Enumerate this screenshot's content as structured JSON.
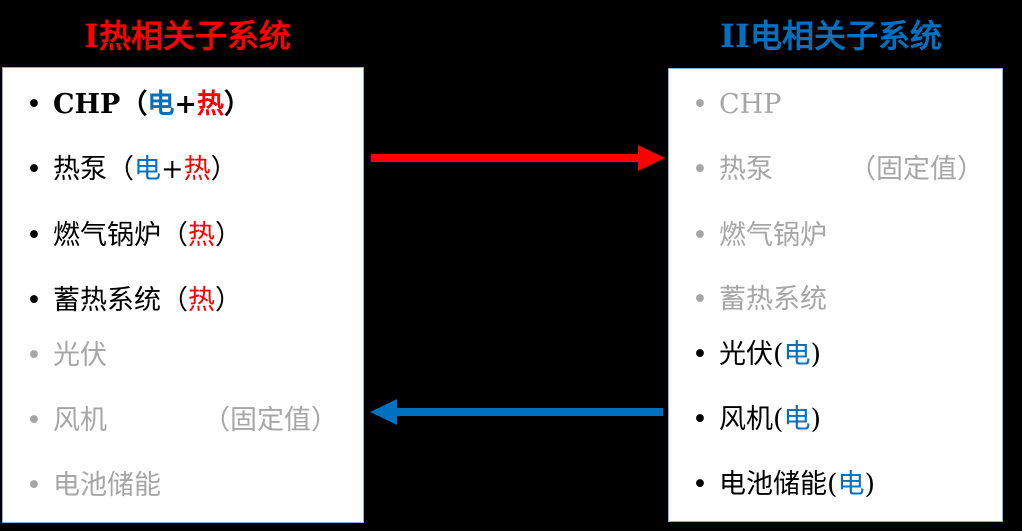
{
  "titles": {
    "left": "I热相关子系统",
    "right": "II电相关子系统"
  },
  "left_items": [
    {
      "label": "CHP",
      "open": "（",
      "a": "电",
      "plus": "+",
      "b": "热",
      "close": "）"
    },
    {
      "label": "热泵",
      "open": "（",
      "a": "电",
      "plus": "+",
      "b": "热",
      "close": "）"
    },
    {
      "label": "燃气锅炉",
      "open": "（",
      "b": "热",
      "close": "）"
    },
    {
      "label": "蓄热系统",
      "open": "（",
      "b": "热",
      "close": "）"
    },
    {
      "label": "光伏"
    },
    {
      "label": "风机",
      "fixed": "（固定值）"
    },
    {
      "label": "电池储能"
    }
  ],
  "right_items": [
    {
      "label": "CHP"
    },
    {
      "label": "热泵",
      "fixed": "（固定值）"
    },
    {
      "label": "燃气锅炉"
    },
    {
      "label": "蓄热系统"
    },
    {
      "label": "光伏",
      "open": "(",
      "a": "电",
      "close": ")"
    },
    {
      "label": "风机",
      "open": "(",
      "a": "电",
      "close": ")"
    },
    {
      "label": "电池储能",
      "open": "(",
      "a": "电",
      "close": ")"
    }
  ],
  "bullet": "•",
  "colors": {
    "background": "#000000",
    "heat_red": "#ff0000",
    "electric_blue": "#0070c0",
    "inactive_gray": "#a6a6a6",
    "panel_border": "#8faadc"
  }
}
